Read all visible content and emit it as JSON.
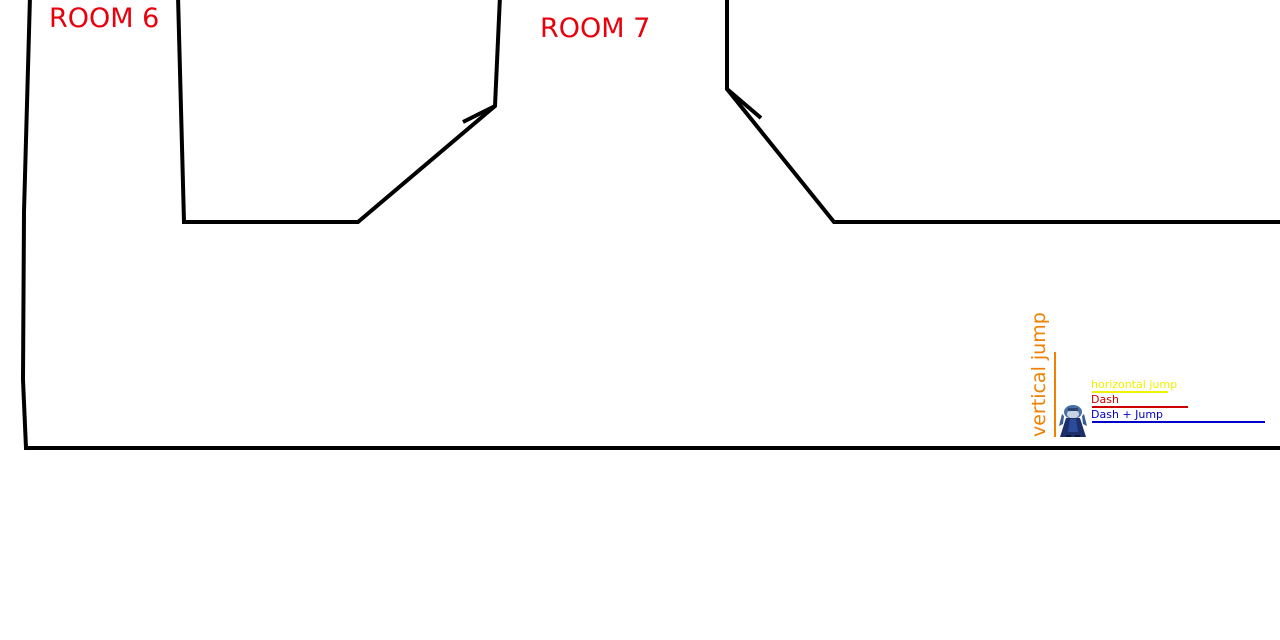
{
  "map": {
    "rooms": [
      {
        "id": "room-6",
        "label": "ROOM 6"
      },
      {
        "id": "room-7",
        "label": "ROOM 7"
      }
    ],
    "colors": {
      "wall": "#000000",
      "room_label": "#e8000b",
      "vertical_jump": "#f08000",
      "horizontal_jump": "#f0f000",
      "dash": "#d00000",
      "dash_jump": "#0000c8"
    }
  },
  "jump_legend": {
    "vertical_jump": "vertical jump",
    "horizontal_jump": "horizontal jump",
    "dash": "Dash",
    "dash_jump": "Dash + Jump"
  },
  "player": {
    "icon": "player-character-icon"
  }
}
